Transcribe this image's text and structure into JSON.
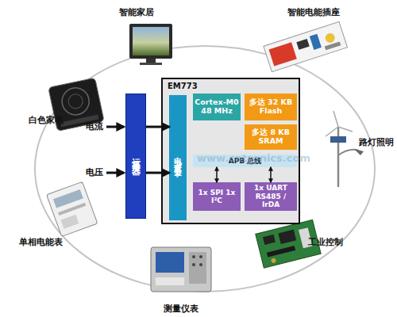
{
  "diagram": {
    "nodes": [
      {
        "text": [
          "运算放大器"
        ]
      },
      {
        "text": [
          "EM773"
        ]
      },
      {
        "text": [
          "电力计量引擎"
        ],
        "in": 1
      },
      {
        "text": [
          "Cortex-M0 48 MHz"
        ],
        "in": 1
      },
      {
        "text": [
          "多达 32 KB Flash"
        ],
        "in": 1
      },
      {
        "text": [
          "多达 8 KB SRAM"
        ],
        "in": 1
      },
      {
        "text": [
          "APB 总线"
        ],
        "in": 1
      },
      {
        "text": [
          "1x SPI 1x I²C"
        ],
        "in": 1
      },
      {
        "text": [
          "1x UART RS485 / IrDA"
        ],
        "in": 1
      }
    ],
    "edges": [
      {
        "from": 0,
        "to": 2,
        "arrow": "to"
      },
      {
        "from": 0,
        "to": 2,
        "arrow": "to"
      },
      {
        "from": 6,
        "to": 7,
        "arrow": "both"
      },
      {
        "from": 6,
        "to": 8,
        "arrow": "both"
      }
    ],
    "labels": [
      "智能家居",
      "智能电能插座",
      "白色家电",
      "路灯照明",
      "单相电能表",
      "测量仪表",
      "工业控制",
      "电流",
      "电压",
      "www.cntronics.com"
    ]
  }
}
